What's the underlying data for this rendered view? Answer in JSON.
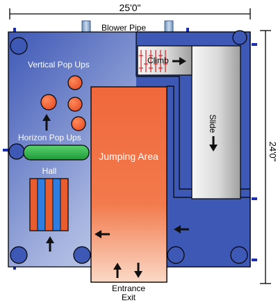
{
  "dimensions": {
    "width": "25'0\"",
    "depth": "24'0\""
  },
  "labels": {
    "blower_pipe": "Blower Pipe",
    "vertical_pop_ups": "Vertical Pop Ups",
    "horizon_pop_ups": "Horizon Pop Ups",
    "hall": "Hall",
    "jumping_area": "Jumping Area",
    "climb": "Climb",
    "slide": "Slide",
    "entrance": "Entrance",
    "exit": "Exit"
  },
  "colors": {
    "frame": "#3e58b6",
    "frame_light": "#dfe5f3",
    "jump_top": "#f0683c",
    "jump_bottom": "#fbd9c7",
    "slide_light": "#f7f7f7",
    "slide_dark": "#9f9f9f",
    "popup": "#e7522b",
    "hall_red": "#e85d2f",
    "hall_blue": "#2e7de2",
    "horizon_bar": "#2db84a",
    "climb_mark": "#d62020",
    "arrow": "#111111",
    "outline": "#000000",
    "pipe": "#8eb0d4"
  }
}
